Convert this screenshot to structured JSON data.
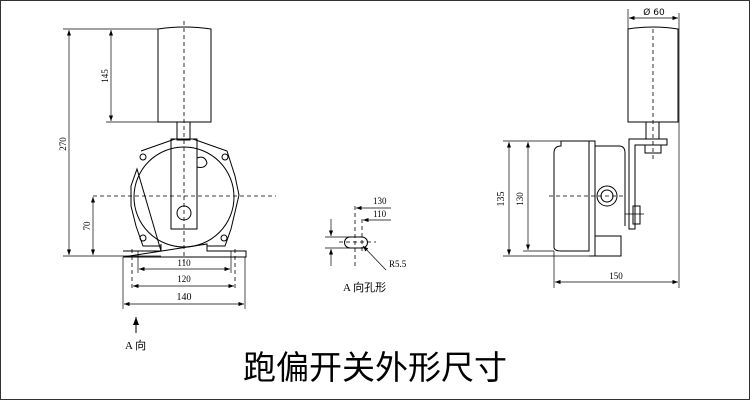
{
  "title": "跑偏开关外形尺寸",
  "front_view": {
    "dims": {
      "total_height": "270",
      "roller_height": "145",
      "axis_height": "70",
      "hole_pitch": "110",
      "slot_pitch": "120",
      "base_width": "140"
    },
    "direction_label": "A 向"
  },
  "hole_detail": {
    "dim_outer": "130",
    "dim_inner": "110",
    "radius": "R5.5",
    "label": "A 向孔形"
  },
  "side_view": {
    "dims": {
      "roller_diameter": "Ø 60",
      "total_height": "135",
      "body_height": "130",
      "total_depth": "150"
    }
  }
}
